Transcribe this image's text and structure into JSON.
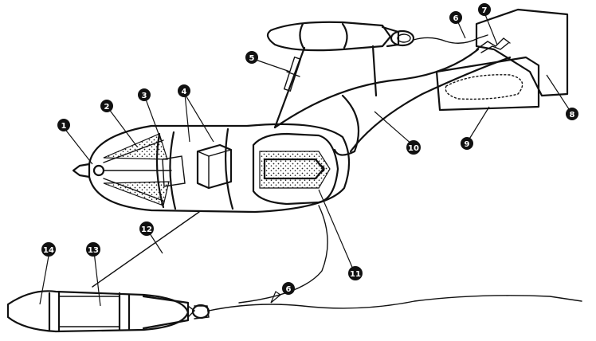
{
  "callouts": [
    {
      "id": "c1",
      "number": "1"
    },
    {
      "id": "c2",
      "number": "2"
    },
    {
      "id": "c3",
      "number": "3"
    },
    {
      "id": "c4",
      "number": "4"
    },
    {
      "id": "c5",
      "number": "5"
    },
    {
      "id": "c6a",
      "number": "6"
    },
    {
      "id": "c6b",
      "number": "6"
    },
    {
      "id": "c7",
      "number": "7"
    },
    {
      "id": "c8",
      "number": "8"
    },
    {
      "id": "c9",
      "number": "9"
    },
    {
      "id": "c10",
      "number": "10"
    },
    {
      "id": "c11",
      "number": "11"
    },
    {
      "id": "c12",
      "number": "12"
    },
    {
      "id": "c13",
      "number": "13"
    },
    {
      "id": "c14",
      "number": "14"
    }
  ]
}
